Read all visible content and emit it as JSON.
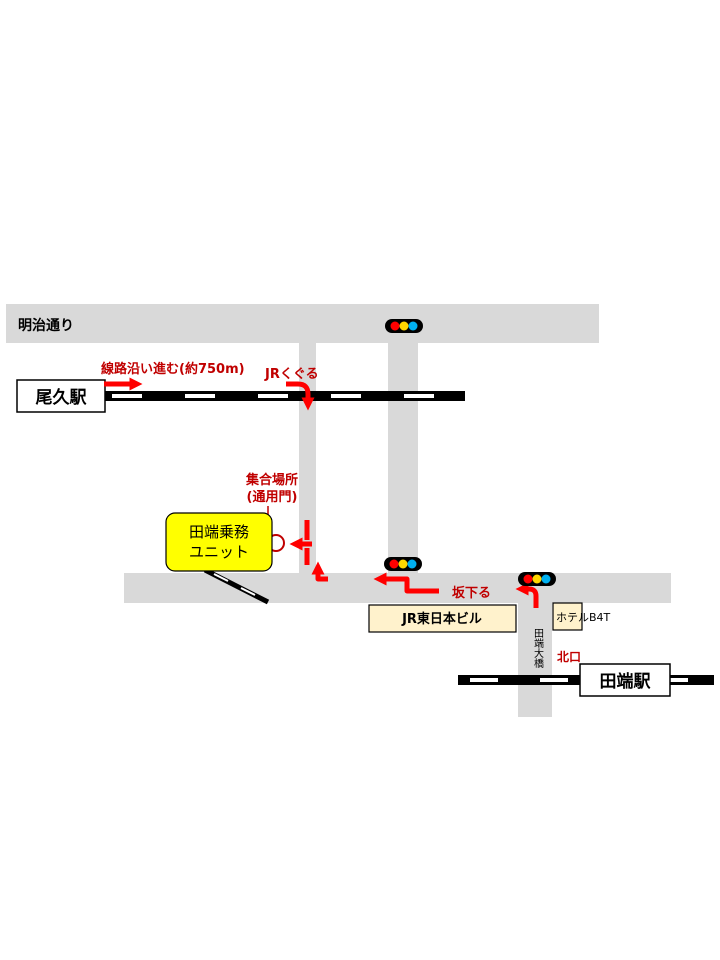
{
  "roads": {
    "meiji_dori": "明治通り",
    "tabata_ohashi": "田端大橋"
  },
  "stations": {
    "oku": "尾久駅",
    "tabata": "田端駅"
  },
  "directions": {
    "follow_tracks": "線路沿い進む(約750m)",
    "pass_under_jr": "JRくぐる",
    "downhill": "坂下る",
    "north_exit": "北口"
  },
  "meeting_point": {
    "line1": "集合場所",
    "line2": "(通用門)"
  },
  "destination": {
    "line1": "田端乗務",
    "line2": "ユニット"
  },
  "buildings": {
    "jr_east": "JR東日本ビル",
    "hotel": "ホテルB4T"
  },
  "colors": {
    "road": "#d9d9d9",
    "route": "#ff0000",
    "label_red": "#c00000",
    "destination_fill": "#ffff00",
    "building_fill": "#fff2cc",
    "track": "#000000",
    "signal_red": "#ff0000",
    "signal_yellow": "#ffd700",
    "signal_blue": "#00b0f0"
  },
  "icons": [
    "traffic-signal-icon",
    "route-arrow-icon",
    "railway-track-icon"
  ]
}
